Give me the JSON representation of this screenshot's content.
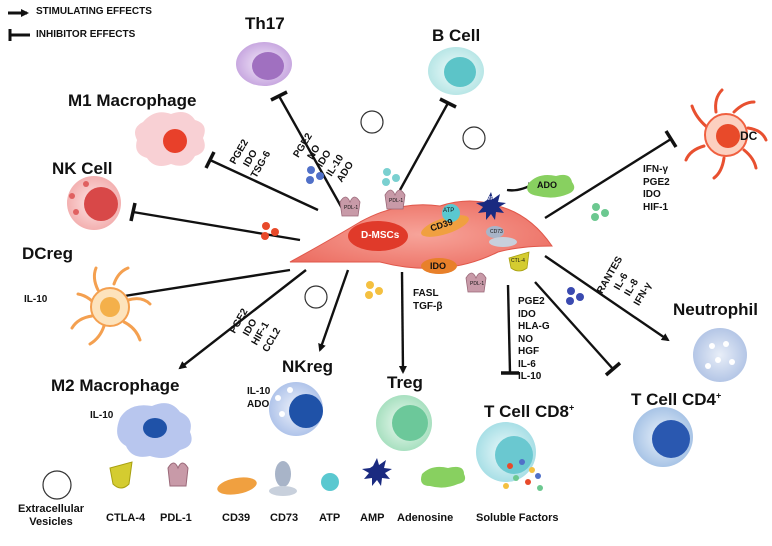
{
  "legend_top": {
    "stimulating": "STIMULATING EFFECTS",
    "inhibitor": "INHIBITOR EFFECTS"
  },
  "center": {
    "cell": "D-MSCs",
    "ido": "IDO",
    "cd39": "CD39",
    "cd73": "CD73",
    "atp": "ATP",
    "amp": "AMP",
    "ado": "ADO",
    "pdl1": "PDL-1",
    "ctla4": "CTL-4"
  },
  "cells": {
    "th17": "Th17",
    "bcell": "B Cell",
    "m1": "M1 Macrophage",
    "nk": "NK Cell",
    "dcreg": "DCreg",
    "m2": "M2 Macrophage",
    "nkreg": "NKreg",
    "treg": "Treg",
    "cd8": "T Cell CD8",
    "cd8_sup": "+",
    "cd4": "T Cell CD4",
    "cd4_sup": "+",
    "neutrophil": "Neutrophil",
    "dc": "DC"
  },
  "factors": {
    "th17": "PGE2\nNO\nIDO\nIL-10\nADO",
    "m1": "PGE2\nIDO\nTSG-6",
    "dc": "IFN-γ\nPGE2\nIDO\nHIF-1",
    "neutrophil": "RANTES\nIL-6\nIL-8\nIFN-γ",
    "m2": "PGE2\nIDO\nHIF-1\nCCL2",
    "treg": "FASL\nTGF-β",
    "cd8": "PGE2\nIDO\nHLA-G\nNO\nHGF\nIL-6\nIL-10",
    "dcreg_il10": "IL-10",
    "m2_il10": "IL-10",
    "nkreg": "IL-10\nADO"
  },
  "legend_bottom": {
    "ev": "Extracellular\nVesicles",
    "ctla4": "CTLA-4",
    "pdl1": "PDL-1",
    "cd39": "CD39",
    "cd73": "CD73",
    "atp": "ATP",
    "amp": "AMP",
    "adenosine": "Adenosine",
    "soluble": "Soluble Factors"
  },
  "colors": {
    "msc": "#f07a70",
    "nucleus": "#e03a2a",
    "th17": "#b48fd0",
    "bcell": "#7ad0d0",
    "m1": "#f6c5c8",
    "nk": "#e06060",
    "dc": "#f07a50",
    "m2": "#a8b8e8",
    "treg": "#7fd6a8",
    "cd8": "#7fd0d8",
    "cd4": "#2a58b0",
    "neutrophil": "#a0b8e0",
    "cd39": "#f0a040",
    "ctla4": "#d4cc30",
    "pdl1": "#c89aa8",
    "atp": "#5ac8d0",
    "amp": "#1a2a80",
    "adenosine": "#88d060"
  }
}
